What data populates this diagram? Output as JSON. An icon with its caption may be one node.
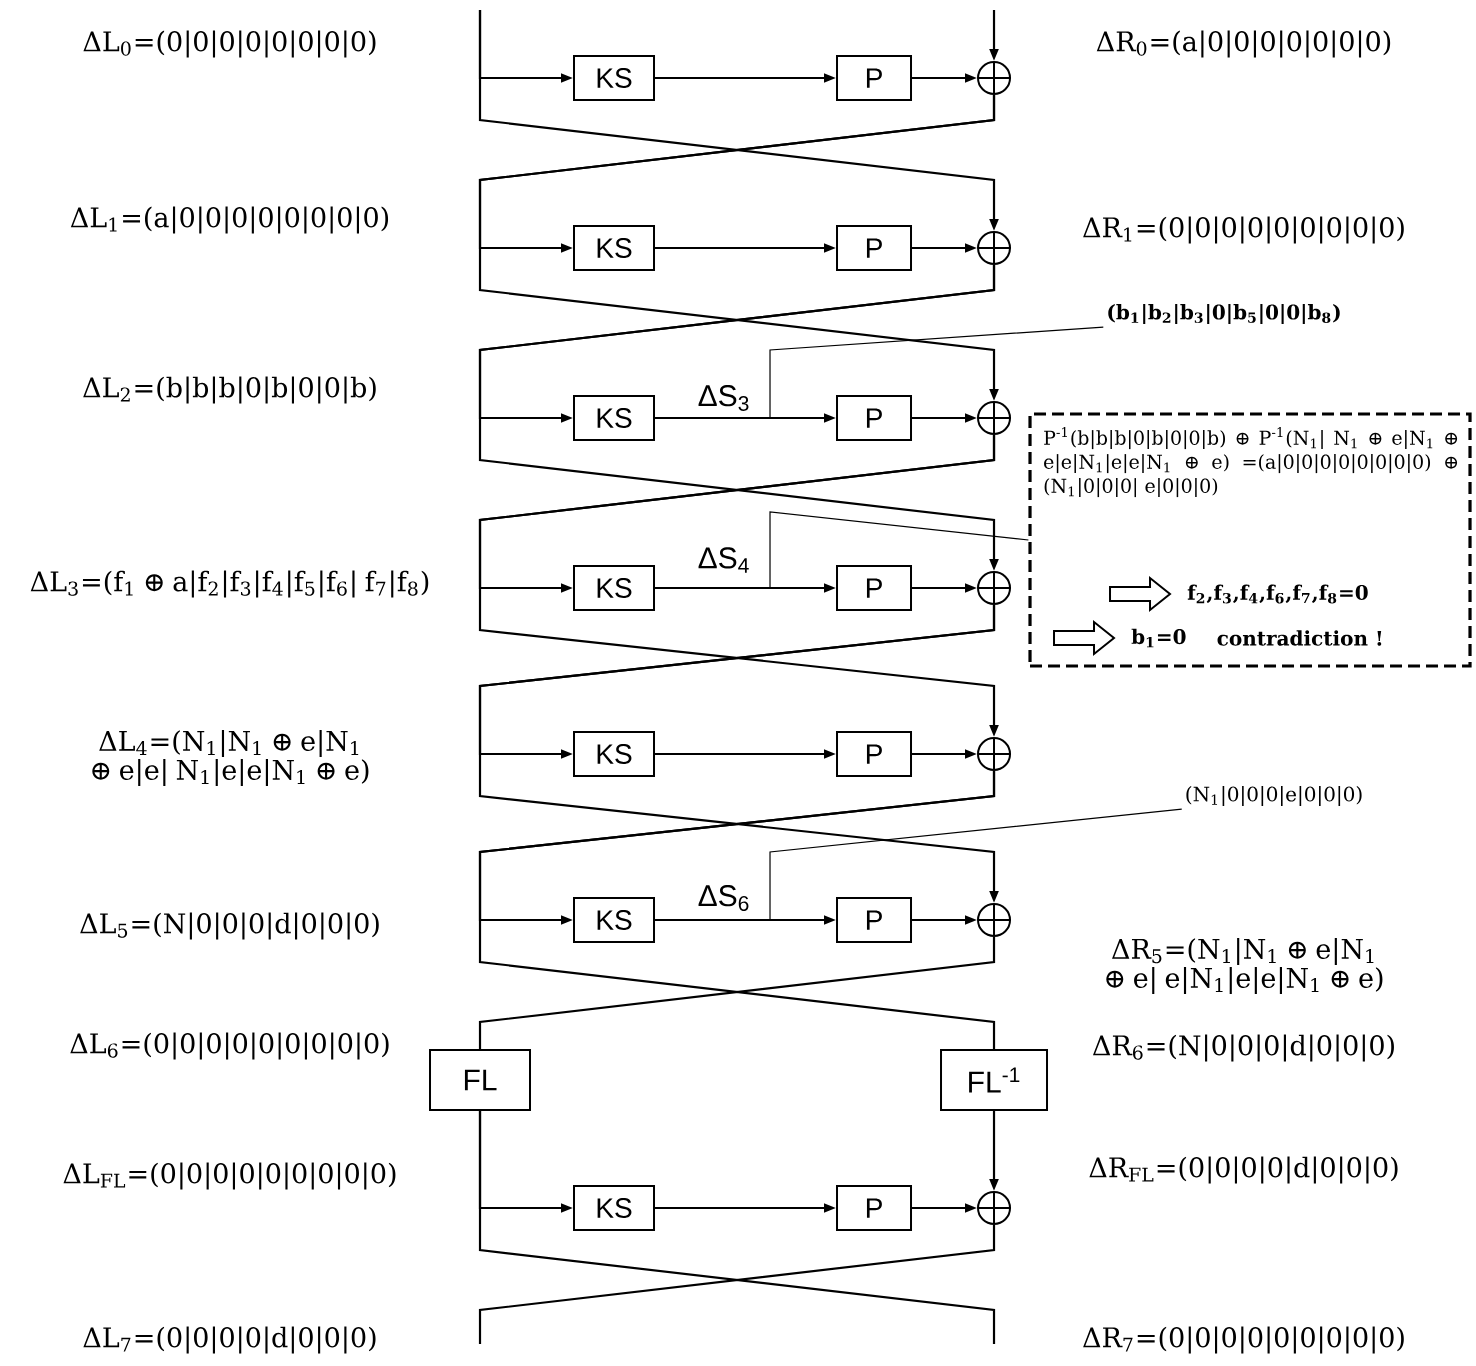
{
  "diagram": {
    "nodes": [
      {
        "text": [
          "KS"
        ]
      },
      {
        "text": [
          "P"
        ]
      },
      {
        "text": [],
        "shape": "circle"
      },
      {
        "text": [
          "KS"
        ]
      },
      {
        "text": [
          "P"
        ]
      },
      {
        "text": [],
        "shape": "circle"
      },
      {
        "text": [
          "KS"
        ]
      },
      {
        "text": [
          "P"
        ]
      },
      {
        "text": [],
        "shape": "circle"
      },
      {
        "text": [
          "KS"
        ]
      },
      {
        "text": [
          "P"
        ]
      },
      {
        "text": [],
        "shape": "circle"
      },
      {
        "text": [
          "KS"
        ]
      },
      {
        "text": [
          "P"
        ]
      },
      {
        "text": [],
        "shape": "circle"
      },
      {
        "text": [
          "KS"
        ]
      },
      {
        "text": [
          "P"
        ]
      },
      {
        "text": [],
        "shape": "circle"
      },
      {
        "text": [
          "FL"
        ]
      },
      {
        "text": [
          "FL$^{-1}$"
        ]
      },
      {
        "text": [
          "KS"
        ]
      },
      {
        "text": [
          "P"
        ]
      },
      {
        "text": [],
        "shape": "circle"
      },
      {
        "text": [
          "(b$_{1}$|b$_{2}$|b$_{3}$|0|b$_{5}$|0|0|b$_{8}$)"
        ]
      },
      {
        "text": [
          "P$^{-1}$(b|b|b|0|b|0|0|b) ⊕ P$^{-1}$(N$_{1}$| N$_{1}$ ⊕ e|N$_{1}$ ⊕ e|e|N$_{1}$|e|e|N$_{1}$ ⊕ e) =(a|0|0|0|0|0|0|0|0) ⊕ (N$_{1}$|0|0|0| e|0|0|0)",
          "f$_{2}$,f$_{3}$,f$_{4}$,f$_{6}$,f$_{7}$,f$_{8}$=0",
          "b$_{1}$=0",
          "contradiction !"
        ]
      },
      {
        "text": [
          "(N$_{1}$|0|0|0|e|0|0|0)"
        ]
      }
    ],
    "edges": [
      {
        "from": null,
        "to": 0,
        "arrow": "to"
      },
      {
        "from": null,
        "to": 2,
        "arrow": "to"
      },
      {
        "from": null,
        "to": 5,
        "arrow": "to"
      },
      {
        "from": 0,
        "to": 1,
        "arrow": "to"
      },
      {
        "from": 1,
        "to": 2,
        "arrow": "to"
      },
      {
        "from": 3,
        "to": 4,
        "arrow": "to"
      },
      {
        "from": 4,
        "to": 5,
        "arrow": "to"
      },
      {
        "from": 6,
        "to": 7,
        "arrow": "to"
      },
      {
        "from": 7,
        "to": 8,
        "arrow": "to"
      },
      {
        "from": 9,
        "to": 10,
        "arrow": "to"
      },
      {
        "from": 10,
        "to": 11,
        "arrow": "to"
      },
      {
        "from": 12,
        "to": 13,
        "arrow": "to"
      },
      {
        "from": 13,
        "to": 14,
        "arrow": "to"
      },
      {
        "from": 15,
        "to": 16,
        "arrow": "to"
      },
      {
        "from": 16,
        "to": 17,
        "arrow": "to"
      },
      {
        "from": 2,
        "to": 3,
        "arrow": "to"
      },
      {
        "from": 5,
        "to": 6,
        "arrow": "to"
      },
      {
        "from": 8,
        "to": 9,
        "arrow": "to"
      },
      {
        "from": 11,
        "to": 12,
        "arrow": "to"
      },
      {
        "from": 14,
        "to": 15,
        "arrow": "to"
      },
      {
        "from": 2,
        "to": 8,
        "arrow": "to"
      },
      {
        "from": 5,
        "to": 11,
        "arrow": "to"
      },
      {
        "from": 8,
        "to": 14,
        "arrow": "to"
      },
      {
        "from": 11,
        "to": 17,
        "arrow": "to"
      },
      {
        "from": 14,
        "to": 19,
        "arrow": "none"
      },
      {
        "from": 17,
        "to": 18,
        "arrow": "none"
      },
      {
        "from": 18,
        "to": 20,
        "arrow": "to"
      },
      {
        "from": 18,
        "to": null,
        "arrow": "none"
      },
      {
        "from": 19,
        "to": 22,
        "arrow": "to"
      },
      {
        "from": 20,
        "to": 21,
        "arrow": "to"
      },
      {
        "from": 21,
        "to": 22,
        "arrow": "to"
      },
      {
        "from": 22,
        "to": null,
        "arrow": "none"
      },
      {
        "from": 23,
        "to": null,
        "arrow": "none"
      },
      {
        "from": 24,
        "to": null,
        "arrow": "none"
      },
      {
        "from": 25,
        "to": null,
        "arrow": "none"
      }
    ],
    "labels": [
      "ΔL$_{0}$=(0|0|0|0|0|0|0|0)",
      "ΔR$_{0}$=(a|0|0|0|0|0|0|0)",
      "ΔL$_{1}$=(a|0|0|0|0|0|0|0|0)",
      "ΔR$_{1}$=(0|0|0|0|0|0|0|0|0)",
      "ΔL$_{2}$=(b|b|b|0|b|0|0|b)",
      "ΔS$_{3}$",
      "ΔL$_{3}$=(f$_{1}$ ⊕ a|f$_{2}$|f$_{3}$|f$_{4}$|f$_{5}$|f$_{6}$| f$_{7}$|f$_{8}$)",
      "ΔS$_{4}$",
      "ΔL$_{4}$=(N$_{1}$|N$_{1}$ ⊕ e|N$_{1}$ ⊕ e|e| N$_{1}$|e|e|N$_{1}$ ⊕ e)",
      "ΔL$_{5}$=(N|0|0|0|d|0|0|0)",
      "ΔS$_{6}$",
      "ΔR$_{5}$=(N$_{1}$|N$_{1}$ ⊕ e|N$_{1}$ ⊕ e| e|N$_{1}$|e|e|N$_{1}$ ⊕ e)",
      "ΔL$_{6}$=(0|0|0|0|0|0|0|0|0)",
      "ΔR$_{6}$=(N|0|0|0|d|0|0|0)",
      "ΔL$_{FL}$=(0|0|0|0|0|0|0|0|0)",
      "ΔR$_{FL}$=(0|0|0|0|d|0|0|0)",
      "ΔL$_{7}$=(0|0|0|0|d|0|0|0)",
      "ΔR$_{7}$=(0|0|0|0|0|0|0|0|0)"
    ]
  }
}
